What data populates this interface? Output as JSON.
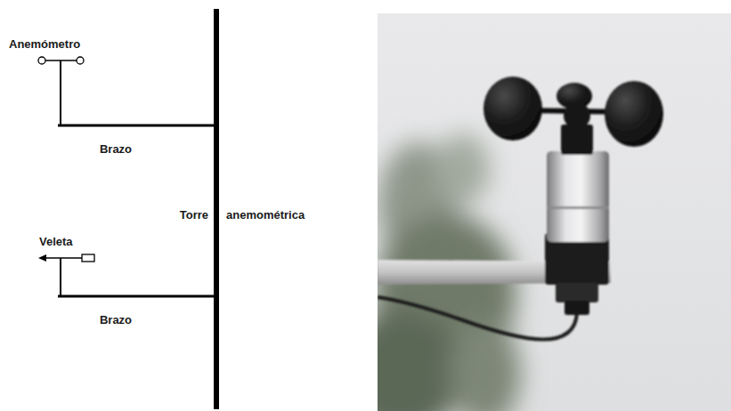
{
  "diagram": {
    "labels": [
      "Anemómetro",
      "Brazo",
      "Torre",
      "anemométrica",
      "Veleta",
      "Brazo"
    ]
  }
}
